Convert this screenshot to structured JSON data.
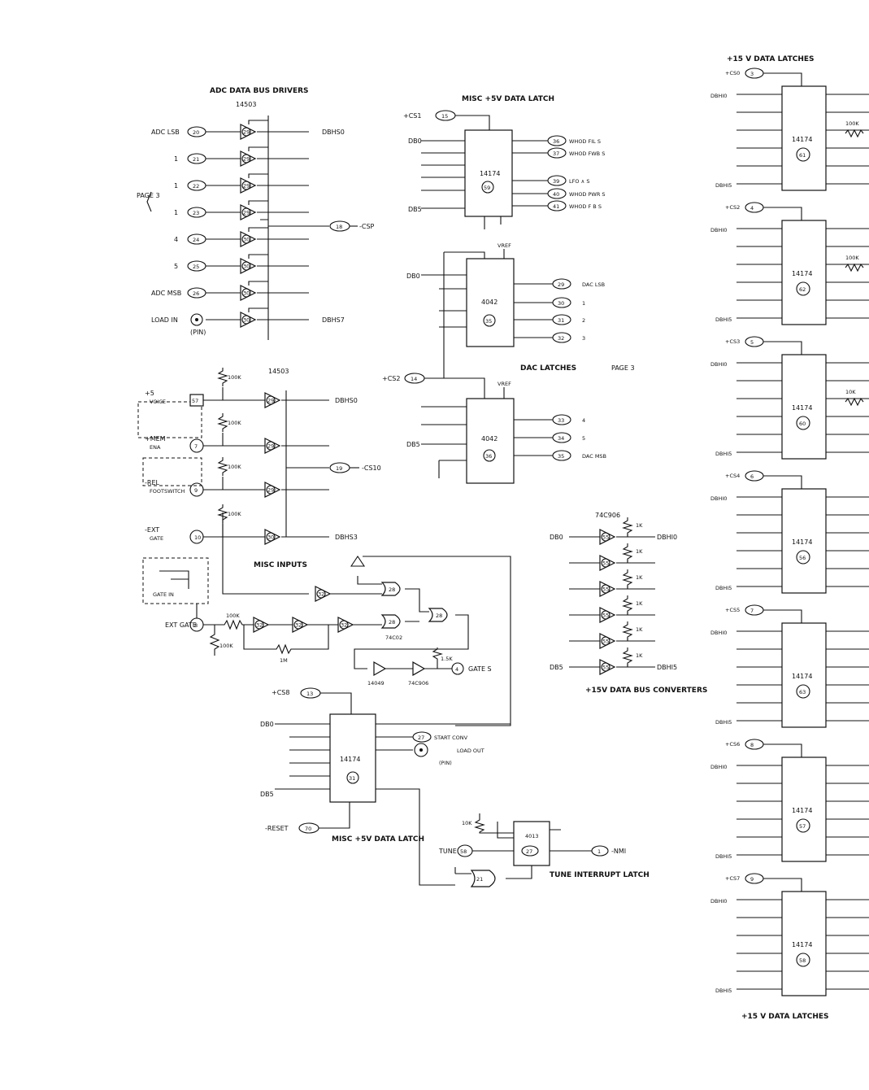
{
  "sections": {
    "adc_drivers": {
      "title": "ADC DATA BUS DRIVERS",
      "part": "14503"
    },
    "misc_5v_latch_top": {
      "title": "MISC +5V DATA LATCH",
      "cs": "+CS1",
      "cs_num": "15",
      "ic": "14174",
      "ic_num": "59",
      "in_lo": "DB0",
      "in_hi": "DB5"
    },
    "dac_latches": {
      "title": "DAC LATCHES",
      "page_note": "PAGE 3",
      "cs": "+CS2",
      "cs_num": "14",
      "vref": "VREF"
    },
    "misc_inputs": {
      "title": "MISC INPUTS",
      "part": "14503"
    },
    "converters": {
      "title": "+15V DATA BUS CONVERTERS",
      "part": "74C906"
    },
    "misc_5v_latch_bottom": {
      "title": "MISC +5V DATA LATCH",
      "cs": "+CS8",
      "cs_num": "13",
      "ic": "14174",
      "ic_num": "31",
      "reset": "-RESET",
      "reset_num": "70"
    },
    "tune_latch": {
      "title": "TUNE INTERRUPT LATCH",
      "ic": "4013",
      "ic_num": "27",
      "tune": "TUNE",
      "tune_num": "58",
      "nmi": "-NMI",
      "nmi_num": "1"
    },
    "latches_15v": {
      "title_top": "+15 V DATA LATCHES",
      "title_bottom": "+15 V DATA LATCHES"
    }
  },
  "adc_rows": [
    {
      "label": "ADC LSB",
      "pin": "20",
      "gate": "29",
      "out": "DBHS0"
    },
    {
      "label": "1",
      "pin": "21",
      "gate": "29",
      "out": ""
    },
    {
      "label": "1",
      "pin": "22",
      "gate": "29",
      "out": ""
    },
    {
      "label": "1",
      "pin": "23",
      "gate": "29",
      "out": ""
    },
    {
      "label": "4",
      "pin": "24",
      "gate": "30",
      "out": ""
    },
    {
      "label": "5",
      "pin": "25",
      "gate": "30",
      "out": ""
    },
    {
      "label": "ADC MSB",
      "pin": "26",
      "gate": "30",
      "out": ""
    },
    {
      "label": "LOAD IN",
      "pin": "(PIN)",
      "gate": "30",
      "out": "DBHS7"
    }
  ],
  "adc_enable": {
    "label": "-CSP",
    "pin": "18"
  },
  "page_ref_left": "PAGE 3",
  "latch59_outputs": [
    {
      "pin": "36",
      "label": "WHOD FIL S"
    },
    {
      "pin": "37",
      "label": "WHOD FWB S"
    },
    {
      "pin": "39",
      "label": "LFO ∧ S"
    },
    {
      "pin": "40",
      "label": "WHOD PWR S"
    },
    {
      "pin": "41",
      "label": "WHOD F B S"
    }
  ],
  "dac35": {
    "ic": "4042",
    "ic_num": "35",
    "in": "DB0",
    "outputs": [
      {
        "pin": "29",
        "label": "DAC LSB"
      },
      {
        "pin": "30",
        "label": "1"
      },
      {
        "pin": "31",
        "label": "2"
      },
      {
        "pin": "32",
        "label": "3"
      }
    ]
  },
  "dac36": {
    "ic": "4042",
    "ic_num": "36",
    "in": "DB5",
    "outputs": [
      {
        "pin": "33",
        "label": "4"
      },
      {
        "pin": "34",
        "label": "5"
      },
      {
        "pin": "35",
        "label": "DAC MSB"
      }
    ]
  },
  "misc_in_rows": [
    {
      "label": "+5 VOICE",
      "pin": "57",
      "gate": "29",
      "out": "DBHS0",
      "res": "100K"
    },
    {
      "label": "+MEM ENA",
      "pin": "7",
      "gate": "29",
      "out": "",
      "res": "100K"
    },
    {
      "label": "-REL FOOTSWITCH",
      "pin": "9",
      "gate": "29",
      "out": "",
      "res": "100K"
    },
    {
      "label": "-EXT GATE",
      "pin": "10",
      "gate": "30",
      "out": "DBHS3",
      "res": "100K"
    }
  ],
  "misc_enable": {
    "label": "-CS10",
    "pin": "19"
  },
  "ext_gate": {
    "label": "EXT GATE",
    "pin": "8",
    "jack": "GATE IN",
    "r1": "100K",
    "r2": "100K",
    "r3": "1M",
    "gate": "32",
    "nor": "74C02",
    "or_gate": "28",
    "inv": "14049",
    "buf": "74C906",
    "res": "1.5K",
    "out_label": "GATE S",
    "out_pin": "4"
  },
  "converter_rows": [
    {
      "in": "DB0",
      "gate": "55",
      "out": "DBHI0",
      "res": "1K"
    },
    {
      "in": "",
      "gate": "55",
      "out": "",
      "res": "1K"
    },
    {
      "in": "",
      "gate": "55",
      "out": "",
      "res": "1K"
    },
    {
      "in": "",
      "gate": "55",
      "out": "",
      "res": "1K"
    },
    {
      "in": "",
      "gate": "55",
      "out": "",
      "res": "1K"
    },
    {
      "in": "DB5",
      "gate": "55",
      "out": "DBHI5",
      "res": "1K"
    }
  ],
  "latch31_outputs": [
    {
      "pin": "27",
      "label": "START CONV"
    },
    {
      "pin": "(PIN)",
      "label": "LOAD OUT"
    }
  ],
  "latch_blocks": [
    {
      "cs": "+CS0",
      "cs_num": "3",
      "ic": "14174",
      "ic_num": "61",
      "in_top": "DBHI0",
      "in_bottom": "DBHI5",
      "res": "100K"
    },
    {
      "cs": "+CS2",
      "cs_num": "4",
      "ic": "14174",
      "ic_num": "62",
      "in_top": "DBHI0",
      "in_bottom": "DBHI5",
      "res": "100K"
    },
    {
      "cs": "+CS3",
      "cs_num": "5",
      "ic": "14174",
      "ic_num": "60",
      "in_top": "DBHI0",
      "in_bottom": "DBHI5",
      "res": "10K"
    },
    {
      "cs": "+CS4",
      "cs_num": "6",
      "ic": "14174",
      "ic_num": "56",
      "in_top": "DBHI0",
      "in_bottom": "DBHI5",
      "res": ""
    },
    {
      "cs": "+CS5",
      "cs_num": "7",
      "ic": "14174",
      "ic_num": "63",
      "in_top": "DBHI0",
      "in_bottom": "DBHI5",
      "res": ""
    },
    {
      "cs": "+CS6",
      "cs_num": "8",
      "ic": "14174",
      "ic_num": "57",
      "in_top": "DBHI0",
      "in_bottom": "DBHI5",
      "res": ""
    },
    {
      "cs": "+CS7",
      "cs_num": "9",
      "ic": "14174",
      "ic_num": "58",
      "in_top": "DBHI0",
      "in_bottom": "DBHI5",
      "res": ""
    }
  ]
}
